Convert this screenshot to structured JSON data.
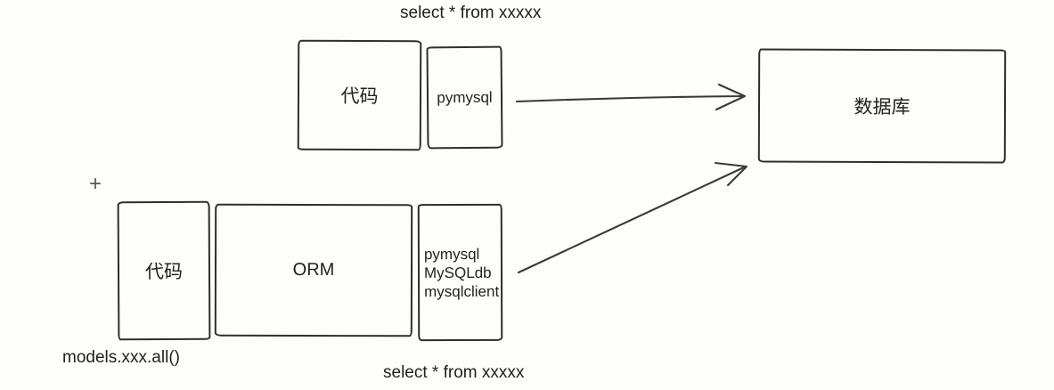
{
  "canvas": {
    "background": "#fdfdfb",
    "ink": "#2e2e2e"
  },
  "labels": {
    "top_query": "select * from xxxxx",
    "bottom_query": "select * from xxxxx",
    "plus": "+",
    "models_call": "models.xxx.all()"
  },
  "boxes": {
    "top_code": "代码",
    "top_driver": "pymysql",
    "database": "数据库",
    "bottom_code": "代码",
    "orm": "ORM",
    "bottom_drivers": [
      "pymysql",
      "MySQLdb",
      "mysqlclient"
    ]
  },
  "arrows": [
    {
      "name": "pymysql-to-database",
      "from": "pymysql",
      "to": "数据库",
      "style": "straight, open arrowhead"
    },
    {
      "name": "drivers-to-database",
      "from": "pymysql/MySQLdb/mysqlclient",
      "to": "数据库",
      "style": "diagonal up-right, open arrowhead"
    }
  ]
}
